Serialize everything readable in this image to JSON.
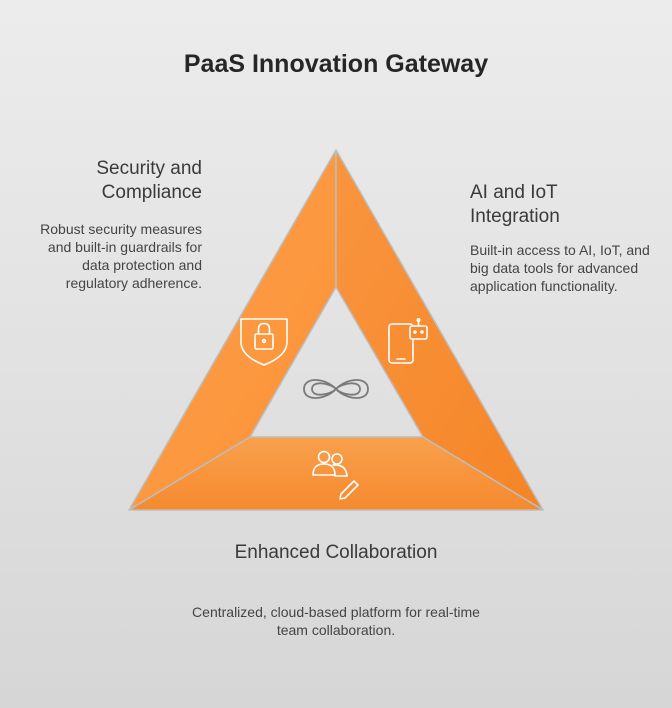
{
  "title": "PaaS Innovation Gateway",
  "sections": {
    "security": {
      "heading": "Security and Compliance",
      "description": "Robust security measures and built-in guardrails for data protection and regulatory adherence.",
      "icon": "shield-lock-icon"
    },
    "ai_iot": {
      "heading": "AI and IoT Integration",
      "description": "Built-in access to AI, IoT, and big data tools for advanced application functionality.",
      "icon": "phone-robot-icon"
    },
    "collaboration": {
      "heading": "Enhanced Collaboration",
      "description": "Centralized, cloud-based platform for real-time team collaboration.",
      "icon": "users-edit-icon"
    },
    "center": {
      "icon": "infinity-icon"
    }
  },
  "colors": {
    "segment_light": "#fdab5a",
    "segment_dark": "#f7892c",
    "segment_edge": "#c4c4c4",
    "icon_stroke": "#ffffff",
    "center_icon_stroke": "#7a7a7a"
  }
}
